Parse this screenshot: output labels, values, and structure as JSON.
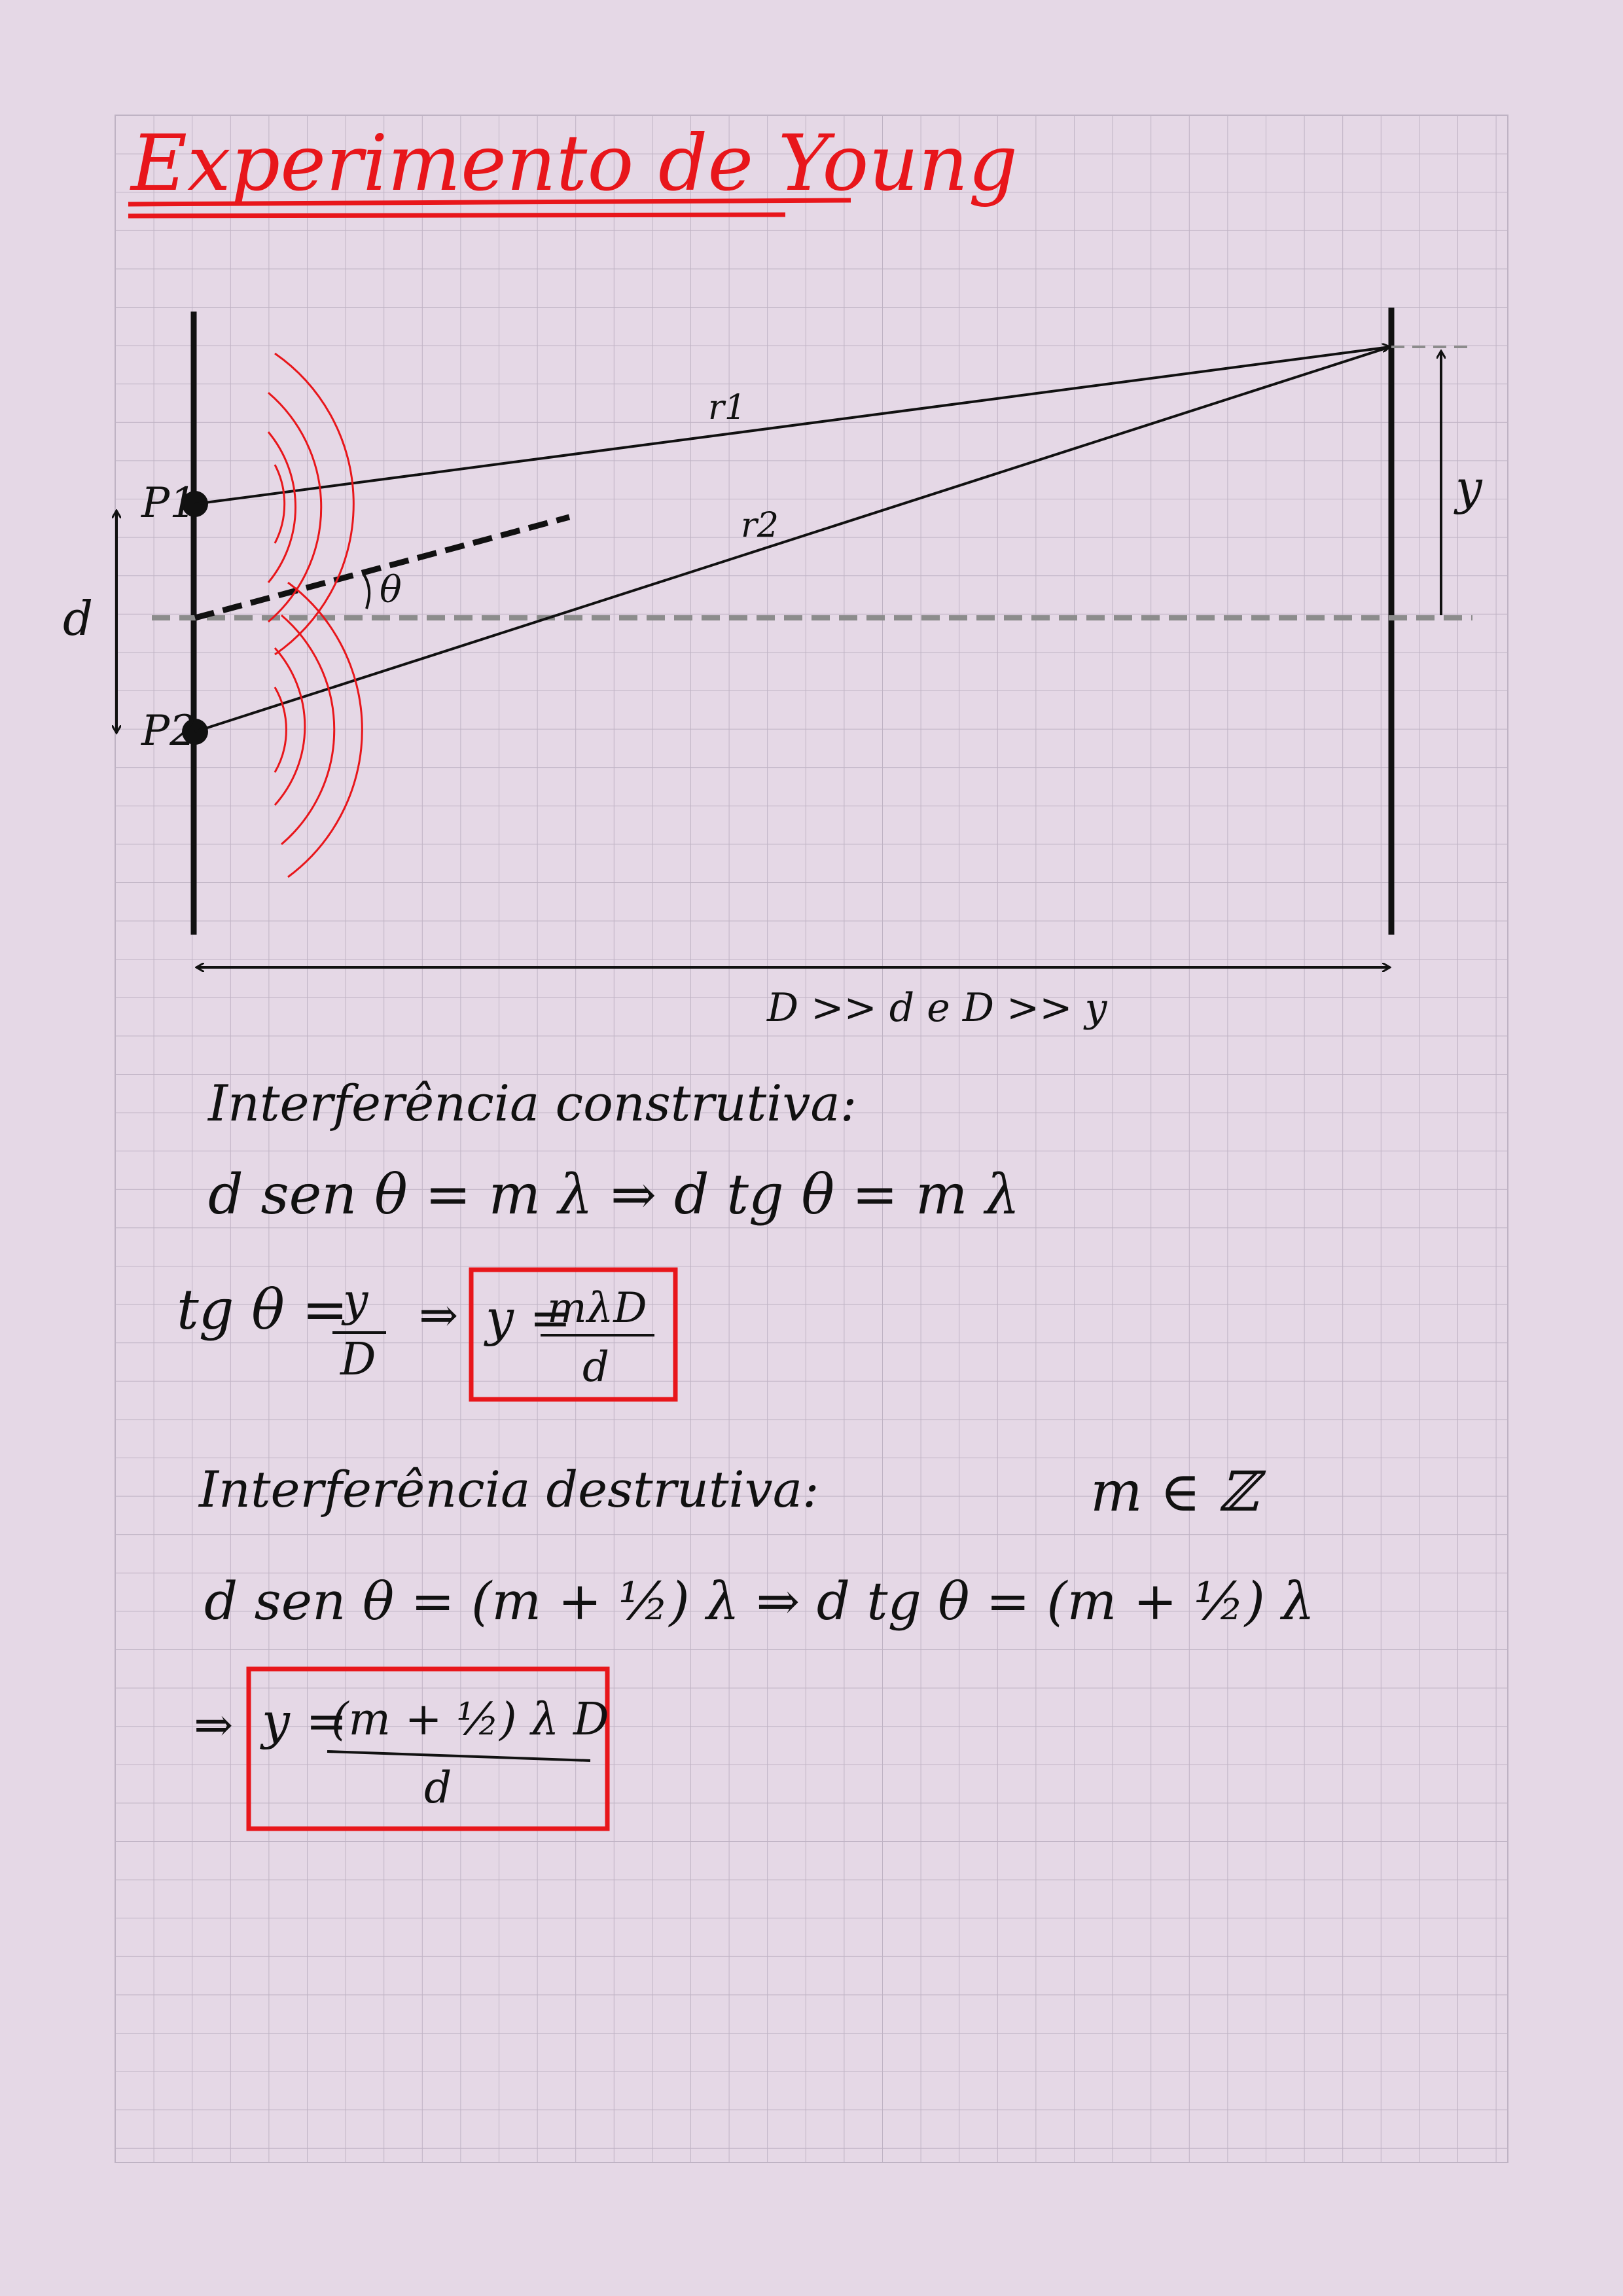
{
  "title": "Experimento de Young",
  "diagram": {
    "labels": {
      "p1": "P1",
      "p2": "P2",
      "d": "d",
      "theta": "θ",
      "r1": "r1",
      "r2": "r2",
      "y": "y",
      "condition": "D >> d e D >> y"
    }
  },
  "constructive": {
    "heading": "Interferência construtiva:",
    "eq1": "d sen θ = m λ ⇒ d tg θ = m λ",
    "eq2_lhs": "tg θ =",
    "eq2_num": "y",
    "eq2_den": "D",
    "eq2_arrow": "⇒",
    "boxed_lhs": "y =",
    "boxed_num": "mλD",
    "boxed_den": "d"
  },
  "destructive": {
    "heading": "Interferência destrutiva:",
    "m_set": "m ∈ ℤ",
    "eq1": "d sen θ = (m + ½) λ ⇒ d tg θ = (m + ½) λ",
    "arrow": "⇒",
    "boxed_lhs": "y =",
    "boxed_num": "(m + ½) λ D",
    "boxed_den": "d"
  },
  "colors": {
    "background": "#e5d8e6",
    "grid": "#bfb3c4",
    "accent_red": "#e8161b",
    "ink": "#111111",
    "axis_gray": "#8c8c8c"
  }
}
